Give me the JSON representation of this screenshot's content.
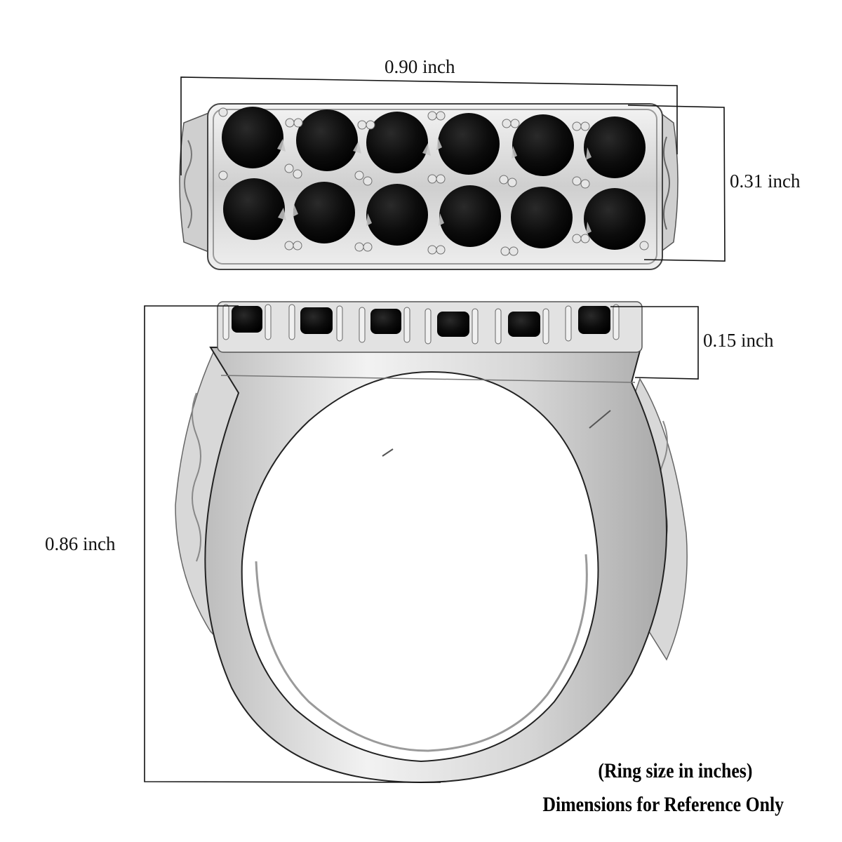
{
  "figure": {
    "type": "product-dimension-diagram",
    "subject": "silver ring with two rows of six black round gemstones",
    "views": [
      {
        "name": "top-view",
        "stone_rows": 2,
        "stones_per_row": 6
      },
      {
        "name": "side-view",
        "stone_rows": 1,
        "stones_visible": 6
      }
    ]
  },
  "dimensions": {
    "width": {
      "label": "0.90 inch",
      "value": 0.9,
      "unit": "inch"
    },
    "top_height": {
      "label": "0.31 inch",
      "value": 0.31,
      "unit": "inch"
    },
    "setting_height": {
      "label": "0.15 inch",
      "value": 0.15,
      "unit": "inch"
    },
    "ring_height": {
      "label": "0.86 inch",
      "value": 0.86,
      "unit": "inch"
    }
  },
  "footer": {
    "line1": "(Ring size in inches)",
    "line2": "Dimensions for Reference Only"
  },
  "colors": {
    "background": "#ffffff",
    "metal": "#d9d9d9",
    "metal_dark": "#8a8a8a",
    "stone": "#0b0b0b",
    "line": "#111111"
  }
}
